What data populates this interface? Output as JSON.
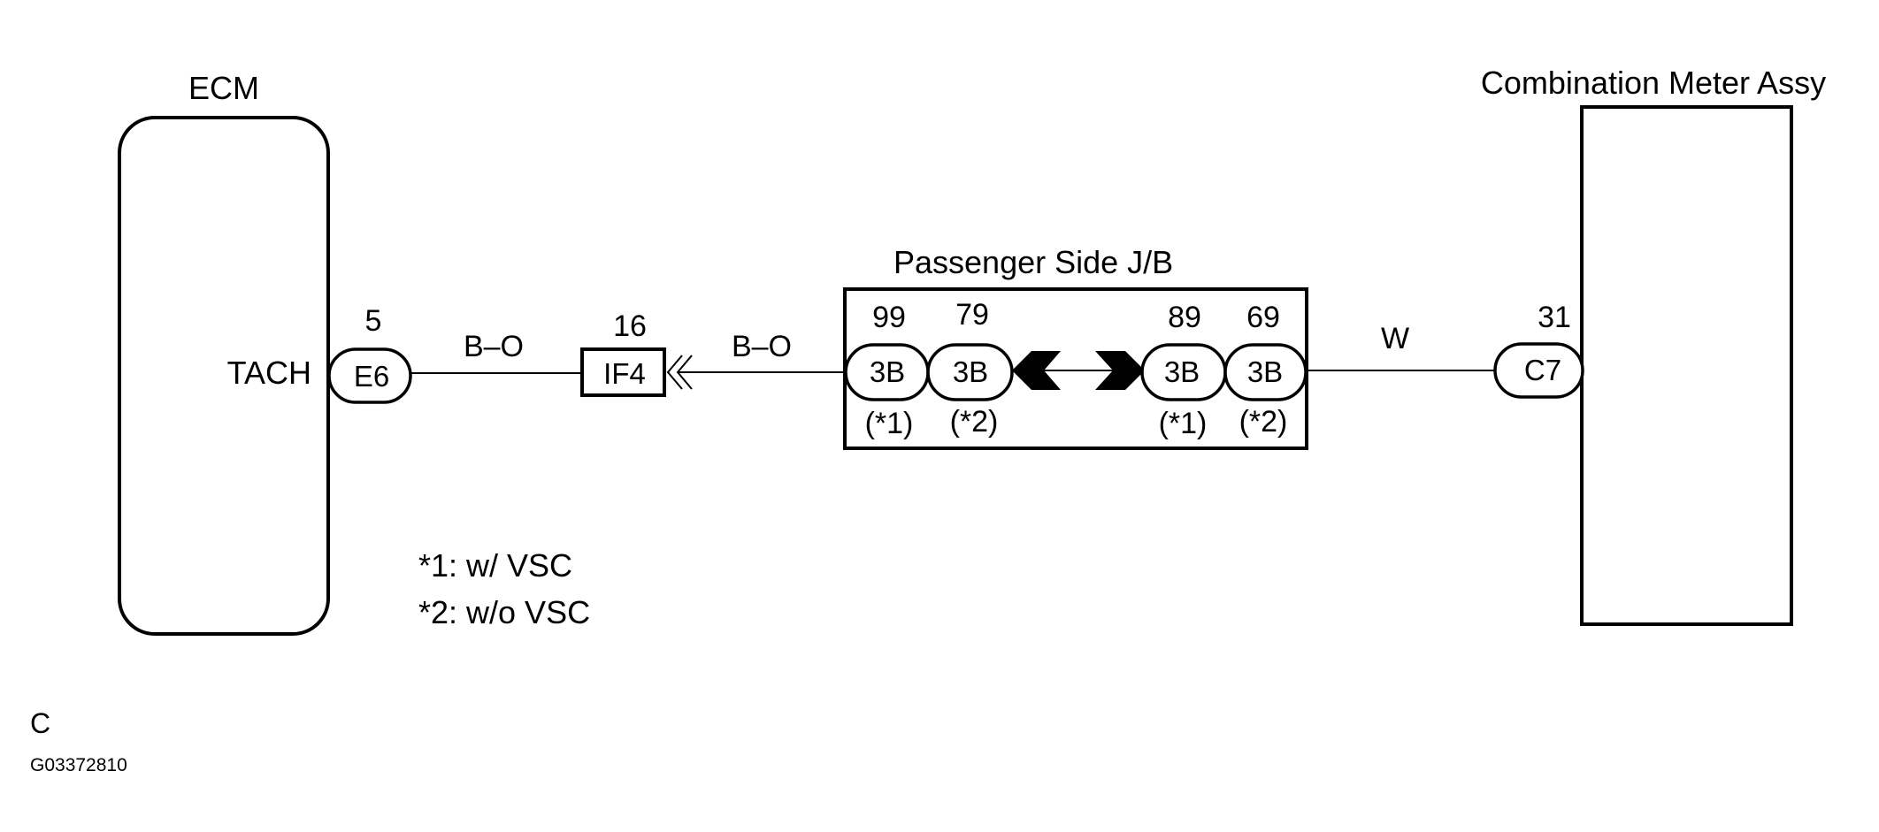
{
  "ecm": {
    "title": "ECM",
    "terminal_label": "TACH",
    "connector": {
      "pin": "5",
      "code": "E6"
    }
  },
  "junction_connector": {
    "pin": "16",
    "code": "IF4"
  },
  "wires": {
    "ecm_to_if4": "B–O",
    "if4_to_jb": "B–O",
    "jb_to_meter": "W"
  },
  "passenger_jb": {
    "title": "Passenger Side J/B",
    "left_connectors": [
      {
        "pin": "99",
        "code": "3B",
        "note": "(*1)"
      },
      {
        "pin": "79",
        "code": "3B",
        "note": "(*2)"
      }
    ],
    "right_connectors": [
      {
        "pin": "89",
        "code": "3B",
        "note": "(*1)"
      },
      {
        "pin": "69",
        "code": "3B",
        "note": "(*2)"
      }
    ]
  },
  "meter": {
    "title": "Combination Meter Assy",
    "connector": {
      "pin": "31",
      "code": "C7"
    }
  },
  "notes": [
    "*1: w/ VSC",
    "*2: w/o VSC"
  ],
  "corner_letter": "C",
  "figure_code": "G03372810"
}
